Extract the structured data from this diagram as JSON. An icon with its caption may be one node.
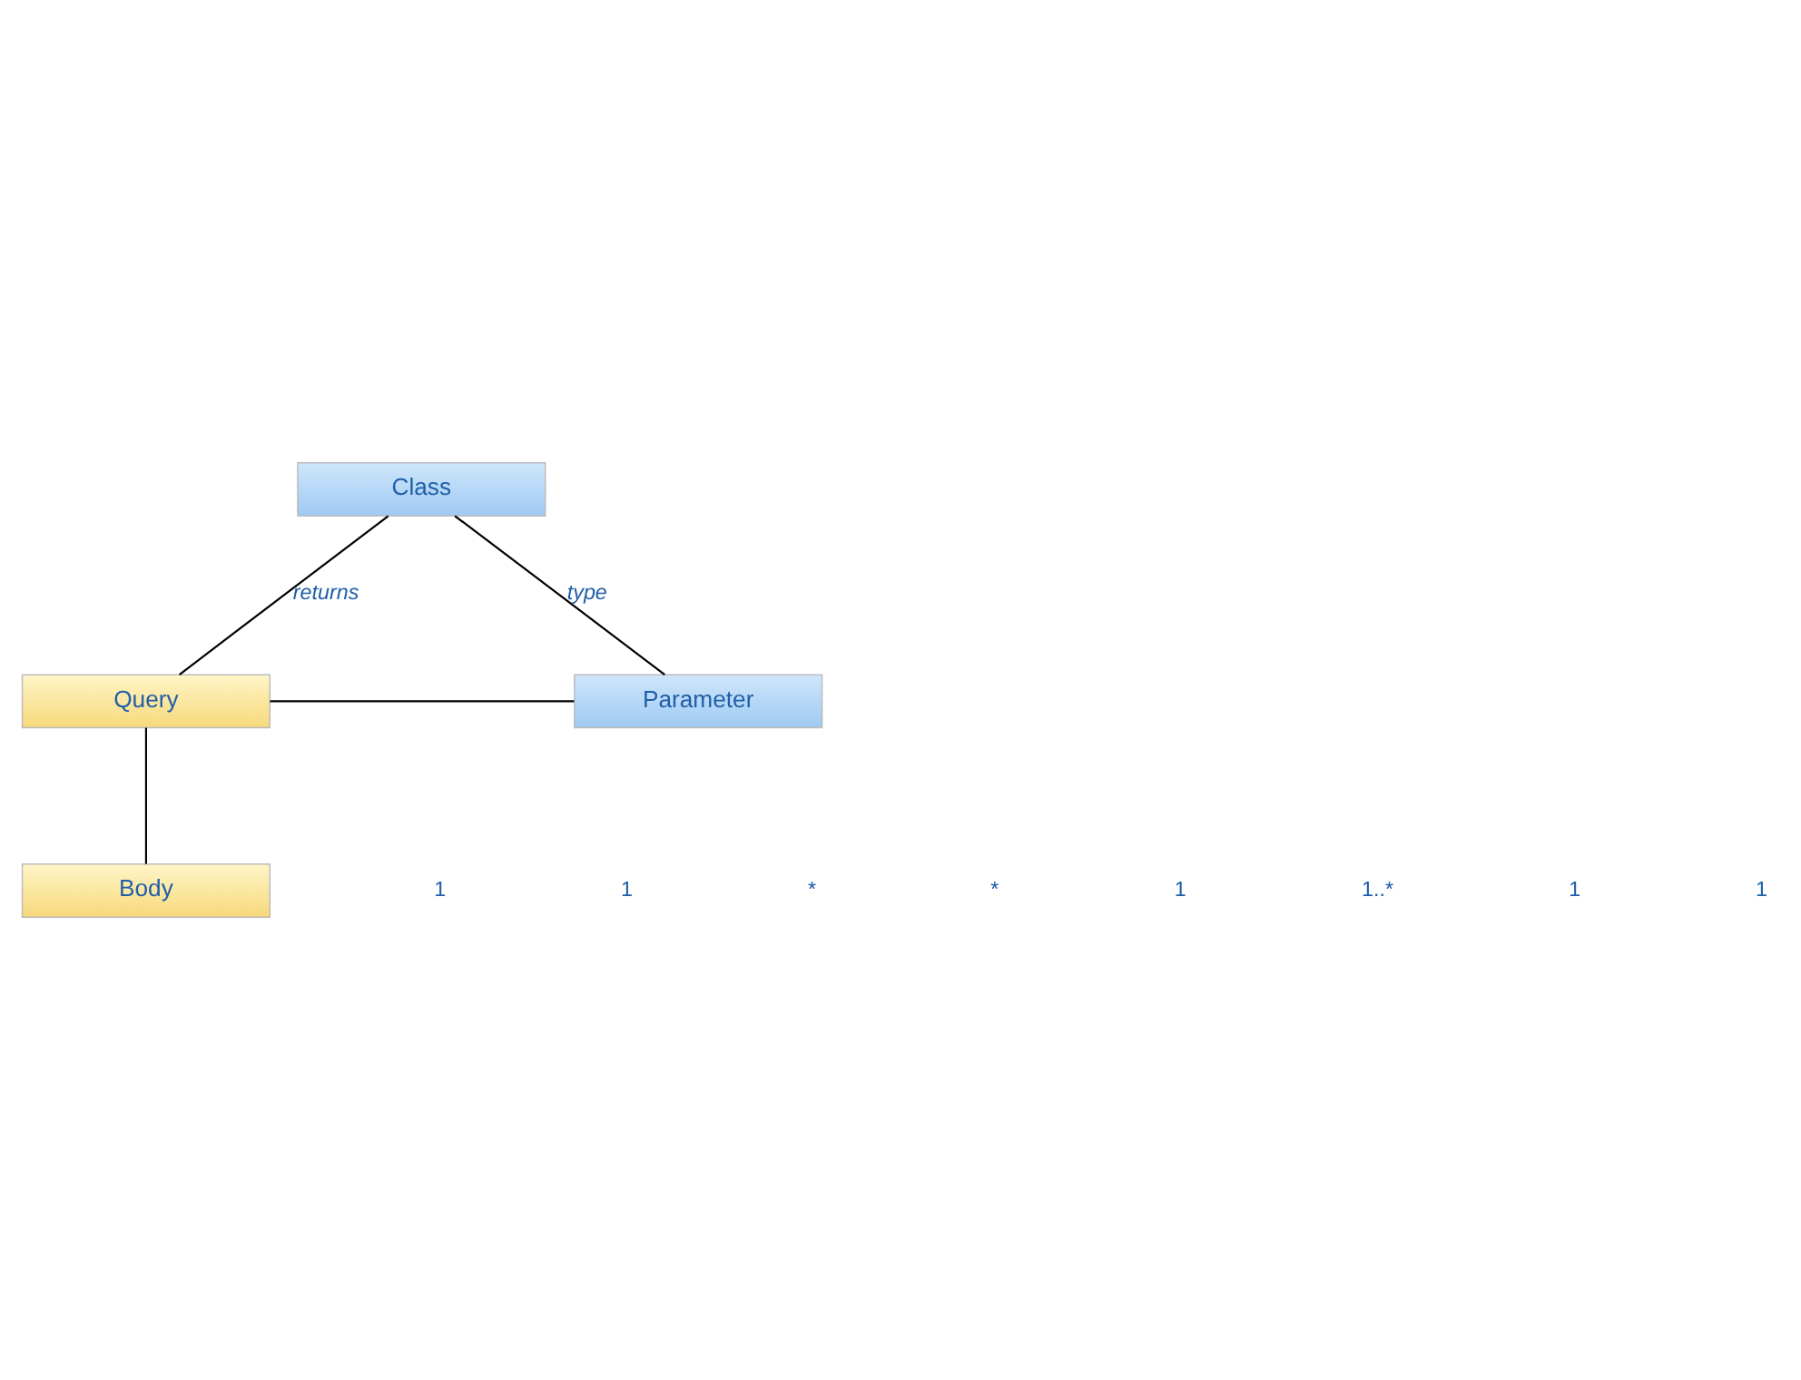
{
  "diagram": {
    "nodes": [
      {
        "text": [
          "Class"
        ]
      },
      {
        "text": [
          "Query"
        ]
      },
      {
        "text": [
          "Parameter"
        ]
      },
      {
        "text": [
          "Body"
        ]
      }
    ],
    "edges": [
      {
        "from": 1,
        "to": 0,
        "arrow": "none",
        "label": "returns"
      },
      {
        "from": 2,
        "to": 0,
        "arrow": "none",
        "label": "type"
      },
      {
        "from": 1,
        "to": 2,
        "arrow": "none"
      },
      {
        "from": 1,
        "to": 3,
        "arrow": "none"
      }
    ],
    "labels": [
      "1",
      "1",
      "*",
      "*",
      "1",
      "1..*",
      "1",
      "1"
    ]
  }
}
